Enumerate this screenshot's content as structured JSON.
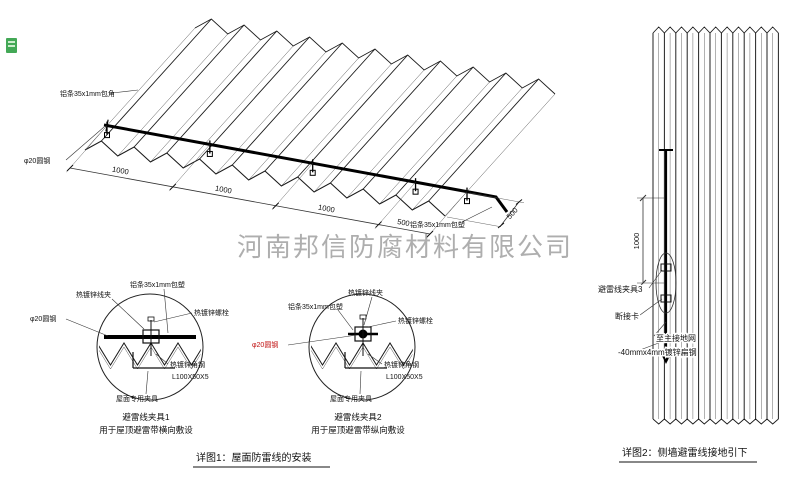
{
  "watermark": "河南邦信防腐材料有限公司",
  "roof_view": {
    "label_strip_top": "铝条35x1mm包角",
    "label_rod_left": "φ20圆钢",
    "label_strip_right": "铝条35x1mm包塑",
    "dims_bottom": [
      "1000",
      "1000",
      "1000",
      "500"
    ],
    "dim_right": "500",
    "caption": "详图1：屋面防雷线的安装"
  },
  "detail1": {
    "label_wire_clamp": "热镀锌线夹",
    "label_strip": "铝条35x1mm包塑",
    "label_bolt": "热镀锌螺栓",
    "label_rod": "φ20圆钢",
    "label_angle": "热镀锌角钢",
    "label_angle_spec": "L100X50X5",
    "label_roof_clamp": "屋面专用夹具",
    "title": "避雷线夹具1",
    "subtitle": "用于屋顶避雷带横向敷设"
  },
  "detail2": {
    "label_wire_clamp": "热镀锌线夹",
    "label_strip": "铝条35x1mm包塑",
    "label_bolt": "热镀锌螺栓",
    "label_rod": "φ20圆钢",
    "label_angle": "热镀锌角钢",
    "label_angle_spec": "L100X50X5",
    "label_roof_clamp": "屋面专用夹具",
    "title": "避雷线夹具2",
    "subtitle": "用于屋顶避雷带纵向敷设"
  },
  "wall_view": {
    "dim_vertical": "1000",
    "label_clamp3": "避雷线夹具3",
    "label_disconnect": "断接卡",
    "label_to_ground": "至主接地网",
    "label_flat_steel": "-40mmx4mm镀锌扁钢",
    "caption": "详图2：侧墙避雷线接地引下"
  },
  "colors": {
    "line": "#1a1a1a",
    "red_label": "#c11111",
    "watermark_gray": "#9a9a9a",
    "stamp_green": "#2f9e44"
  }
}
